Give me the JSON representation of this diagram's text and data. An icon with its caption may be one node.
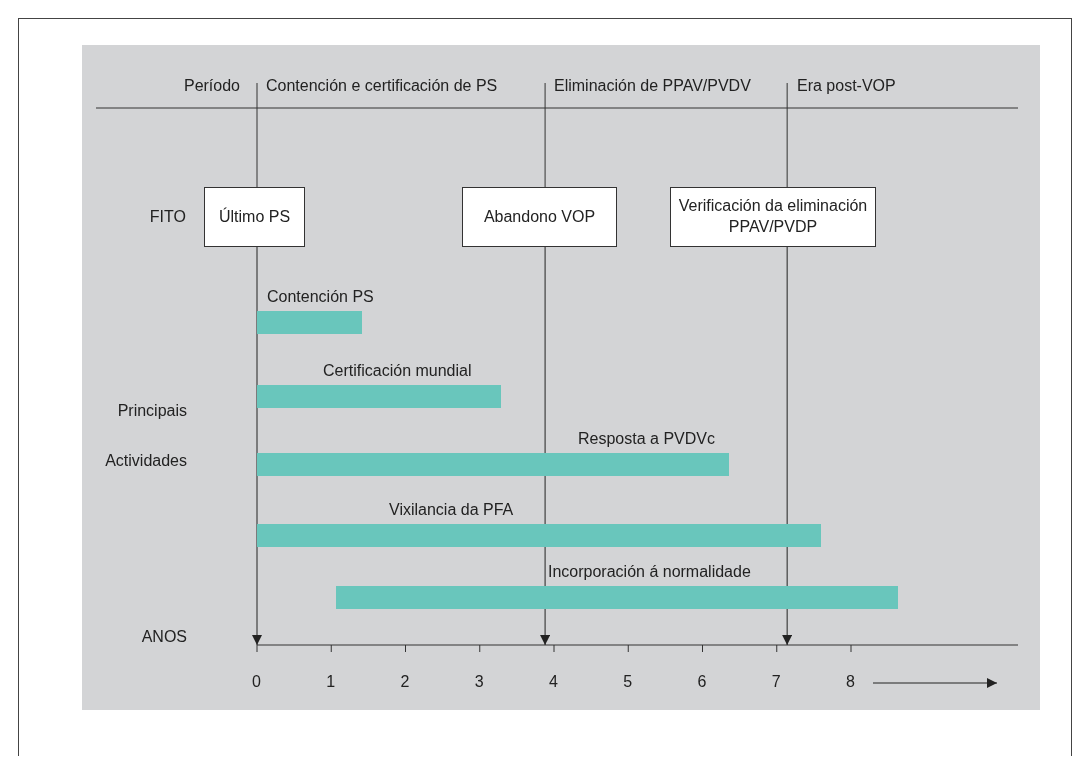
{
  "diagram": {
    "nodes": [
      {
        "text": [
          "Último PS"
        ]
      },
      {
        "text": [
          "Abandono VOP"
        ]
      },
      {
        "text": [
          "Verificación da eliminación PPAV/PVDP"
        ]
      },
      {
        "text": [],
        "shape": "bar",
        "beside": [
          "Contención PS"
        ]
      },
      {
        "text": [],
        "shape": "bar",
        "beside": [
          "Certificación mundial"
        ]
      },
      {
        "text": [],
        "shape": "bar",
        "beside": [
          "Resposta a PVDVc"
        ]
      },
      {
        "text": [],
        "shape": "bar",
        "beside": [
          "Vixilancia da PFA"
        ]
      },
      {
        "text": [],
        "shape": "bar",
        "beside": [
          "Incorporación á normalidade"
        ]
      }
    ],
    "edges": [
      {
        "from": 0,
        "to": null,
        "arrow": "to"
      },
      {
        "from": 1,
        "to": null,
        "arrow": "to"
      },
      {
        "from": 2,
        "to": null,
        "arrow": "to"
      }
    ],
    "labels": [
      "Período",
      "Contención e certificación de PS",
      "Eliminación de PPAV/PVDV",
      "Era post-VOP",
      "FITO",
      "Principais",
      "Actividades",
      "ANOS",
      "0",
      "1",
      "2",
      "3",
      "4",
      "5",
      "6",
      "7",
      "8"
    ]
  }
}
